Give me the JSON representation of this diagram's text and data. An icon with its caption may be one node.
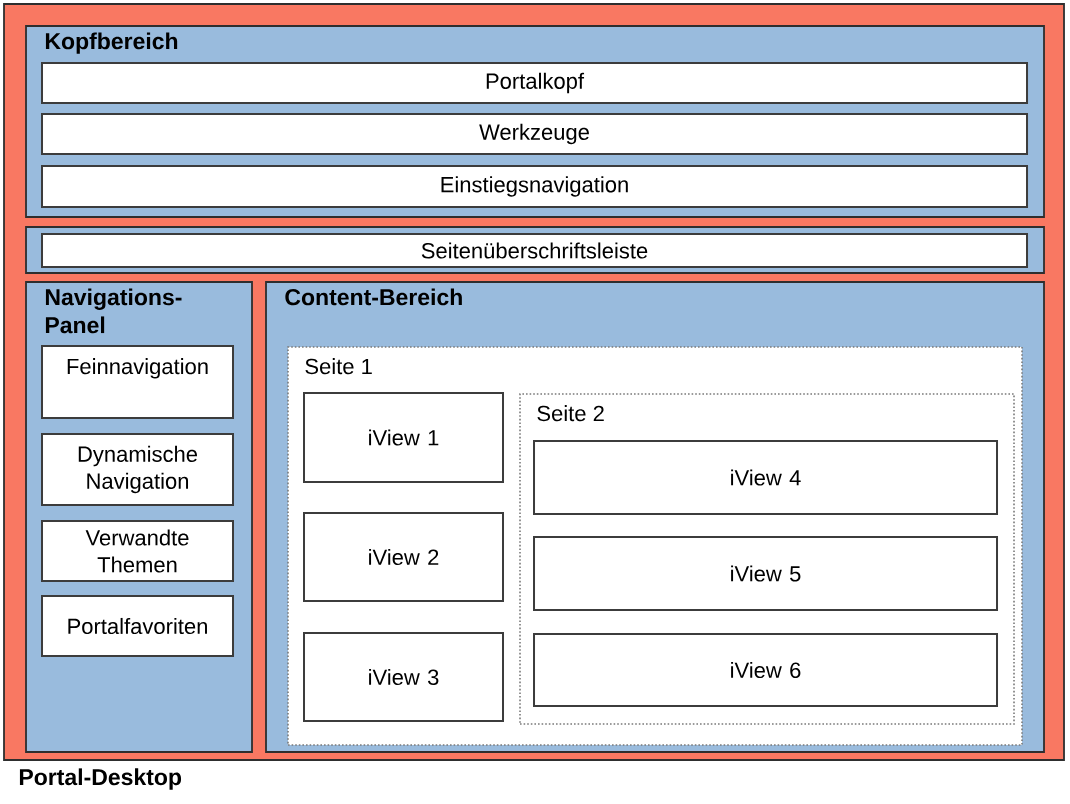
{
  "diagram": {
    "nodes": [
      {
        "text": [
          "Portal-Desktop"
        ]
      },
      {
        "text": [
          "Kopfbereich"
        ],
        "in": 0
      },
      {
        "text": [
          "Portalkopf"
        ],
        "in": 1
      },
      {
        "text": [
          "Werkzeuge"
        ],
        "in": 1
      },
      {
        "text": [
          "Einstiegsnavigation"
        ],
        "in": 1
      },
      {
        "text": [],
        "shape": "box",
        "in": 0
      },
      {
        "text": [
          "Seitenüberschriftsleiste"
        ],
        "in": 5
      },
      {
        "text": [
          "Navigations-Panel"
        ],
        "in": 0
      },
      {
        "text": [
          "Feinnavigation"
        ],
        "in": 7
      },
      {
        "text": [
          "Dynamische Navigation"
        ],
        "in": 7
      },
      {
        "text": [
          "Verwandte Themen"
        ],
        "in": 7
      },
      {
        "text": [
          "Portalfavoriten"
        ],
        "in": 7
      },
      {
        "text": [
          "Content-Bereich"
        ],
        "in": 0
      },
      {
        "text": [
          "Seite 1"
        ],
        "in": 12
      },
      {
        "text": [
          "iView 1"
        ],
        "in": 13
      },
      {
        "text": [
          "iView 2"
        ],
        "in": 13
      },
      {
        "text": [
          "iView 3"
        ],
        "in": 13
      },
      {
        "text": [
          "Seite 2"
        ],
        "in": 13
      },
      {
        "text": [
          "iView 4"
        ],
        "in": 17
      },
      {
        "text": [
          "iView 5"
        ],
        "in": 17
      },
      {
        "text": [
          "iView 6"
        ],
        "in": 17
      }
    ]
  }
}
